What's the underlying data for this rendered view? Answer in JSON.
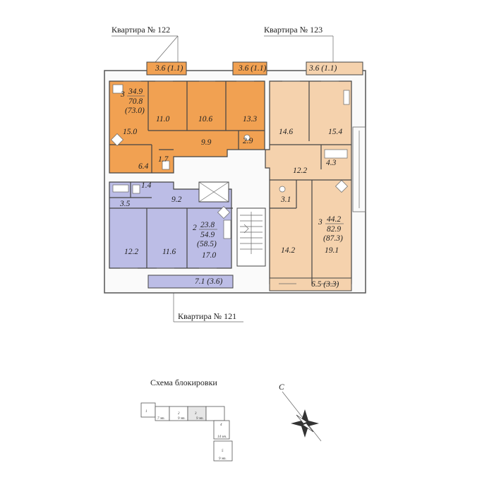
{
  "apartments": {
    "a122": {
      "title": "Квартира № 122",
      "rooms_count": "3",
      "living_area": "34.9",
      "total_area": "70.8",
      "total_with_balcony": "(73.0)",
      "balcony_1": "3.6 (1.1)",
      "balcony_2": "3.6 (1.1)",
      "rooms": {
        "r150": "15.0",
        "r110": "11.0",
        "r106": "10.6",
        "r133": "13.3",
        "r99": "9.9",
        "r29": "2.9",
        "r64": "6.4",
        "r17": "1.7"
      },
      "color": "#f1a152"
    },
    "a123": {
      "title": "Квартира № 123",
      "rooms_count": "3",
      "living_area": "44.2",
      "total_area": "82.9",
      "total_with_balcony": "(87.3)",
      "balcony_1": "3.6 (1.1)",
      "balcony_2": "6.5 (3.3)",
      "rooms": {
        "r146": "14.6",
        "r154": "15.4",
        "r122": "12.2",
        "r43": "4.3",
        "r31": "3.1",
        "r142": "14.2",
        "r191": "19.1"
      },
      "color": "#f5d2ad"
    },
    "a121": {
      "title": "Квартира № 121",
      "rooms_count": "2",
      "living_area": "23.8",
      "total_area": "54.9",
      "total_with_balcony": "(58.5)",
      "balcony": "7.1 (3.6)",
      "rooms": {
        "r14": "1.4",
        "r35": "3.5",
        "r92": "9.2",
        "r122": "12.2",
        "r116": "11.6",
        "r170": "17.0"
      },
      "color": "#bcbde6"
    }
  },
  "block_scheme": {
    "title": "Схема блокировки",
    "sections": [
      "1",
      "2",
      "3",
      "4",
      "5"
    ],
    "dims": [
      "7 эт.",
      "9 эт.",
      "9 эт.",
      "14 эт.",
      "9 эт."
    ]
  },
  "compass": {
    "north_label": "С"
  }
}
